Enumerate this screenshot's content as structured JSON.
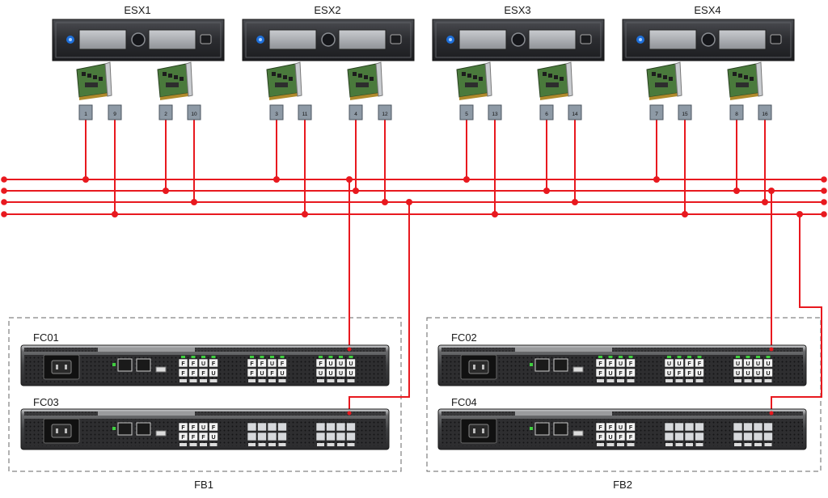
{
  "hosts": [
    {
      "name": "ESX1",
      "ports": [
        "1",
        "9",
        "2",
        "10"
      ]
    },
    {
      "name": "ESX2",
      "ports": [
        "3",
        "11",
        "4",
        "12"
      ]
    },
    {
      "name": "ESX3",
      "ports": [
        "5",
        "13",
        "6",
        "14"
      ]
    },
    {
      "name": "ESX4",
      "ports": [
        "7",
        "15",
        "8",
        "16"
      ]
    }
  ],
  "switches": [
    {
      "name": "FC01"
    },
    {
      "name": "FC03"
    },
    {
      "name": "FC02"
    },
    {
      "name": "FC04"
    }
  ],
  "fabrics": [
    "FB1",
    "FB2"
  ],
  "port_grid_letters": {
    "fc01": [
      "F",
      "F",
      "U",
      "F",
      "F",
      "F",
      "F",
      "U",
      "F",
      "F",
      "U",
      "F",
      "F",
      "U",
      "F",
      "U",
      "F",
      "U",
      "U",
      "U",
      "U",
      "U",
      "U",
      "U"
    ],
    "fc02": [
      "F",
      "F",
      "U",
      "F",
      "F",
      "U",
      "F",
      "F",
      "U",
      "U",
      "F",
      "F",
      "U",
      "F",
      "F",
      "U",
      "U",
      "U",
      "U",
      "U",
      "U",
      "U",
      "U",
      "U"
    ]
  },
  "colors": {
    "link": "#e8191f",
    "chassis": "#3d3d3d",
    "server": "#2f3033",
    "nic": "#4a7a3c",
    "port_tag": "#8e9aa6"
  },
  "icons": [
    "server-icon",
    "nic-card-icon",
    "power-socket-icon",
    "rj45-port-icon",
    "usb-port-icon",
    "sfp-port-icon"
  ]
}
